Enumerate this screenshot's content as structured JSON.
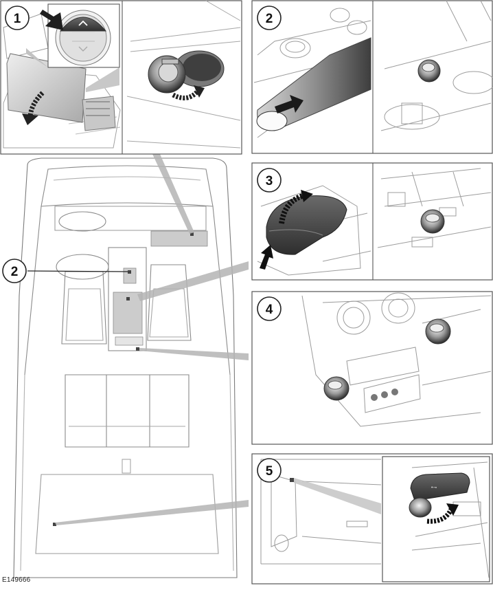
{
  "figure": {
    "id_label": "E149666",
    "panels": [
      {
        "callout": "1",
        "subject": "front center console lighter and socket"
      },
      {
        "callout": "2",
        "subject": "rear of center console storage socket"
      },
      {
        "callout": "3",
        "subject": "center console armrest cubby socket"
      },
      {
        "callout": "4",
        "subject": "rear console socket"
      },
      {
        "callout": "5",
        "subject": "luggage compartment socket"
      }
    ],
    "overview_callouts": [
      {
        "callout": "2"
      }
    ]
  },
  "colors": {
    "line": "#6e6e6e",
    "light_line": "#b5b5b5",
    "highlight": "#c9c9c9",
    "leader": "#a8a8a8",
    "dark_part": "#3a3a3a",
    "frame": "#555555"
  }
}
